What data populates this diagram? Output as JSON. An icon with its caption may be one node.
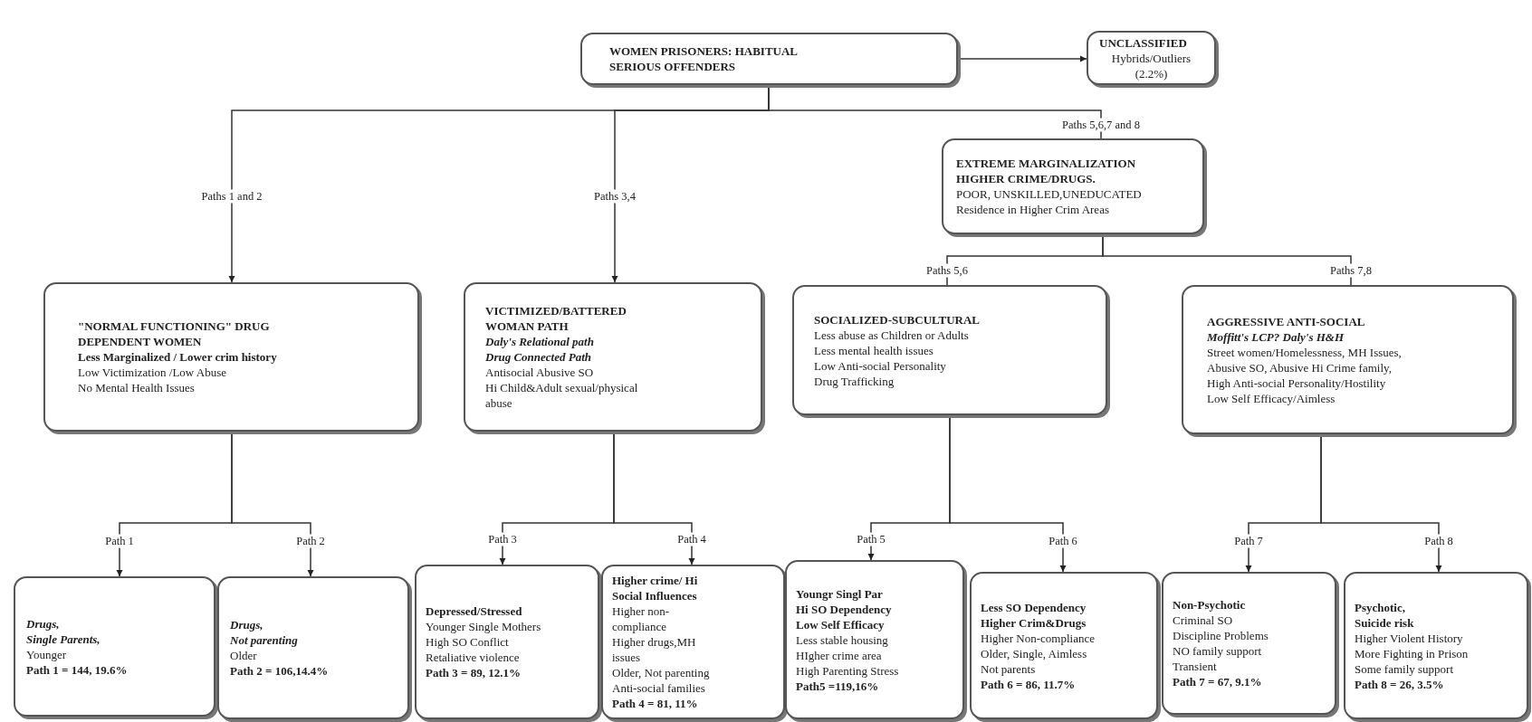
{
  "diagram": {
    "nodes": [
      {
        "text": [
          "WOMEN PRISONERS: HABITUAL SERIOUS OFFENDERS"
        ]
      },
      {
        "text": [
          "UNCLASSIFIED",
          "Hybrids/Outliers",
          "(2.2%)"
        ]
      },
      {
        "text": [
          "\"NORMAL FUNCTIONING\" DRUG DEPENDENT WOMEN",
          "Less Marginalized / Lower crim history",
          "Low Victimization /Low Abuse",
          "No Mental Health Issues"
        ]
      },
      {
        "text": [
          "VICTIMIZED/BATTERED WOMAN PATH",
          "Daly's Relational path",
          "Drug Connected Path",
          "Antisocial Abusive SO",
          "Hi Child&Adult sexual/physical abuse"
        ]
      },
      {
        "text": [
          "EXTREME MARGINALIZATION",
          "HIGHER CRIME/DRUGS.",
          "POOR, UNSKILLED,UNEDUCATED",
          "Residence in Higher Crim Areas"
        ]
      },
      {
        "text": [
          "SOCIALIZED-SUBCULTURAL",
          "Less abuse as Children or Adults",
          "Less mental health issues",
          "Low Anti-social Personality",
          "Drug Trafficking"
        ]
      },
      {
        "text": [
          "AGGRESSIVE ANTI-SOCIAL",
          "Moffitt's LCP? Daly's H&H",
          "Street women/Homelessness, MH Issues,",
          "Abusive SO, Abusive Hi Crime family,",
          "High Anti-social Personality/Hostility",
          "Low Self Efficacy/Aimless"
        ]
      },
      {
        "text": [
          "Drugs,",
          "Single Parents,",
          "Younger",
          "Path 1 = 144, 19.6%"
        ]
      },
      {
        "text": [
          "Drugs,",
          "Not parenting",
          "Older",
          "Path 2 = 106,14.4%"
        ]
      },
      {
        "text": [
          "Depressed/Stressed",
          "Younger Single Mothers",
          "High SO Conflict",
          "Retaliative violence",
          "Path 3 = 89, 12.1%"
        ]
      },
      {
        "text": [
          "Higher crime/ Hi Social Influences",
          "Higher non-compliance",
          "Higher drugs,MH issues",
          "Older, Not parenting",
          "Anti-social families",
          "Path 4 = 81, 11%"
        ]
      },
      {
        "text": [
          "Youngr Singl Par",
          "Hi SO Dependency",
          "Low Self Efficacy",
          "Less stable housing",
          "HIgher crime area",
          "High Parenting Stress",
          "Path5 =119,16%"
        ]
      },
      {
        "text": [
          "Less SO Dependency",
          "Higher Crim&Drugs",
          "Higher Non-compliance",
          "Older, Single, Aimless",
          "Not parents",
          "Path 6 = 86, 11.7%"
        ]
      },
      {
        "text": [
          "Non-Psychotic",
          "Criminal SO",
          "Discipline Problems",
          "NO family support",
          "Transient",
          "Path 7 = 67, 9.1%"
        ]
      },
      {
        "text": [
          "Psychotic,",
          "Suicide risk",
          "Higher Violent History",
          "More Fighting in Prison",
          "Some family support",
          "Path 8 = 26, 3.5%"
        ]
      }
    ],
    "edges": [
      {
        "from": 0,
        "to": 1,
        "arrow": "to"
      },
      {
        "from": 0,
        "to": 2,
        "arrow": "to",
        "label": "Paths 1 and 2"
      },
      {
        "from": 0,
        "to": 3,
        "arrow": "to",
        "label": "Paths 3,4"
      },
      {
        "from": 0,
        "to": 4,
        "arrow": "none",
        "label": "Paths 5,6,7 and 8"
      },
      {
        "from": 4,
        "to": 5,
        "arrow": "none",
        "label": "Paths 5,6"
      },
      {
        "from": 4,
        "to": 6,
        "arrow": "none",
        "label": "Paths 7,8"
      },
      {
        "from": 2,
        "to": 7,
        "arrow": "to",
        "label": "Path 1"
      },
      {
        "from": 2,
        "to": 8,
        "arrow": "to",
        "label": "Path 2"
      },
      {
        "from": 3,
        "to": 9,
        "arrow": "to",
        "label": "Path 3"
      },
      {
        "from": 3,
        "to": 10,
        "arrow": "to",
        "label": "Path 4"
      },
      {
        "from": 5,
        "to": 11,
        "arrow": "to",
        "label": "Path 5"
      },
      {
        "from": 5,
        "to": 12,
        "arrow": "to",
        "label": "Path 6"
      },
      {
        "from": 6,
        "to": 13,
        "arrow": "to",
        "label": "Path 7"
      },
      {
        "from": 6,
        "to": 14,
        "arrow": "to",
        "label": "Path 8"
      }
    ]
  }
}
